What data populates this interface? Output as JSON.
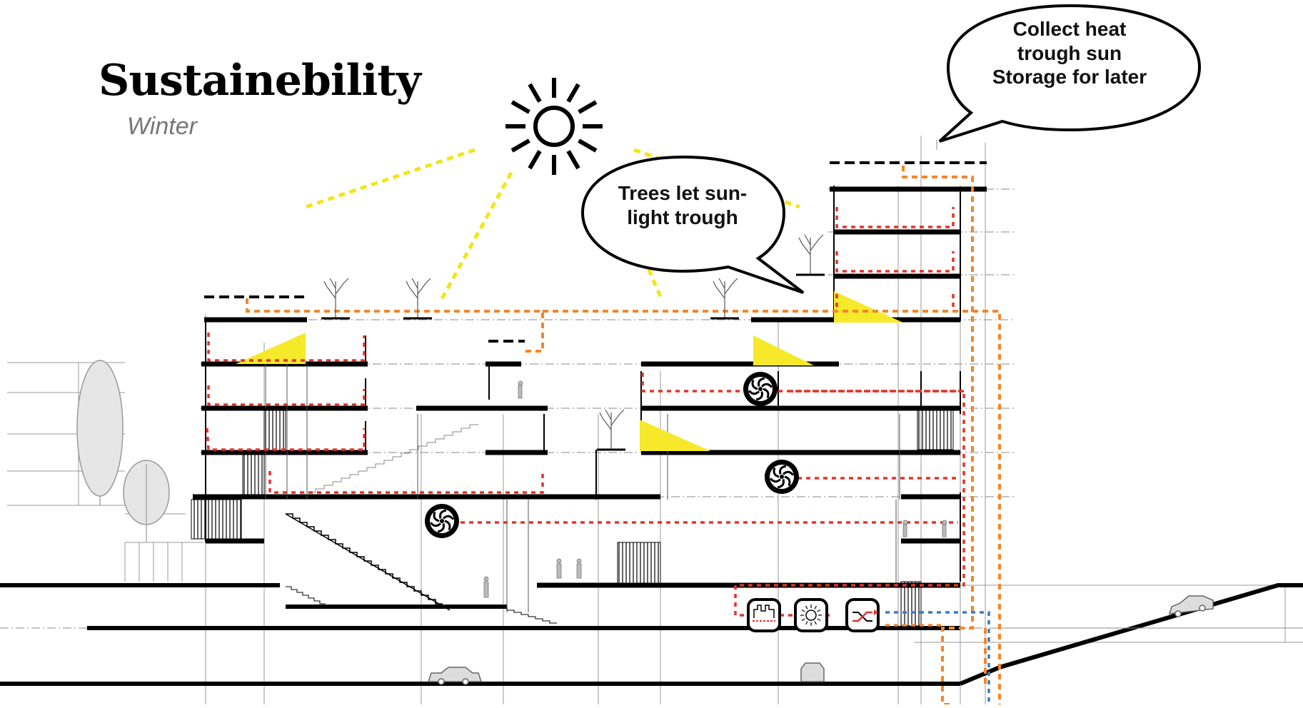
{
  "title": "Sustainebility",
  "subtitle": "Winter",
  "callouts": {
    "trees": {
      "lines": [
        "Trees let sun-",
        "light trough"
      ]
    },
    "heat": {
      "lines": [
        "Collect heat",
        "trough sun",
        "Storage for later"
      ]
    }
  },
  "icons": {
    "sun": "sun-icon",
    "fan": "fan-icon",
    "heater": "radiator-icon",
    "collector": "solar-collector-icon",
    "exchanger": "heat-exchanger-icon"
  },
  "colors": {
    "sunlight": "#f2e616",
    "heat_supply": "#f2862b",
    "heat_distribution": "#e3332b",
    "cold": "#3a7ac8",
    "structure": "#000000"
  }
}
